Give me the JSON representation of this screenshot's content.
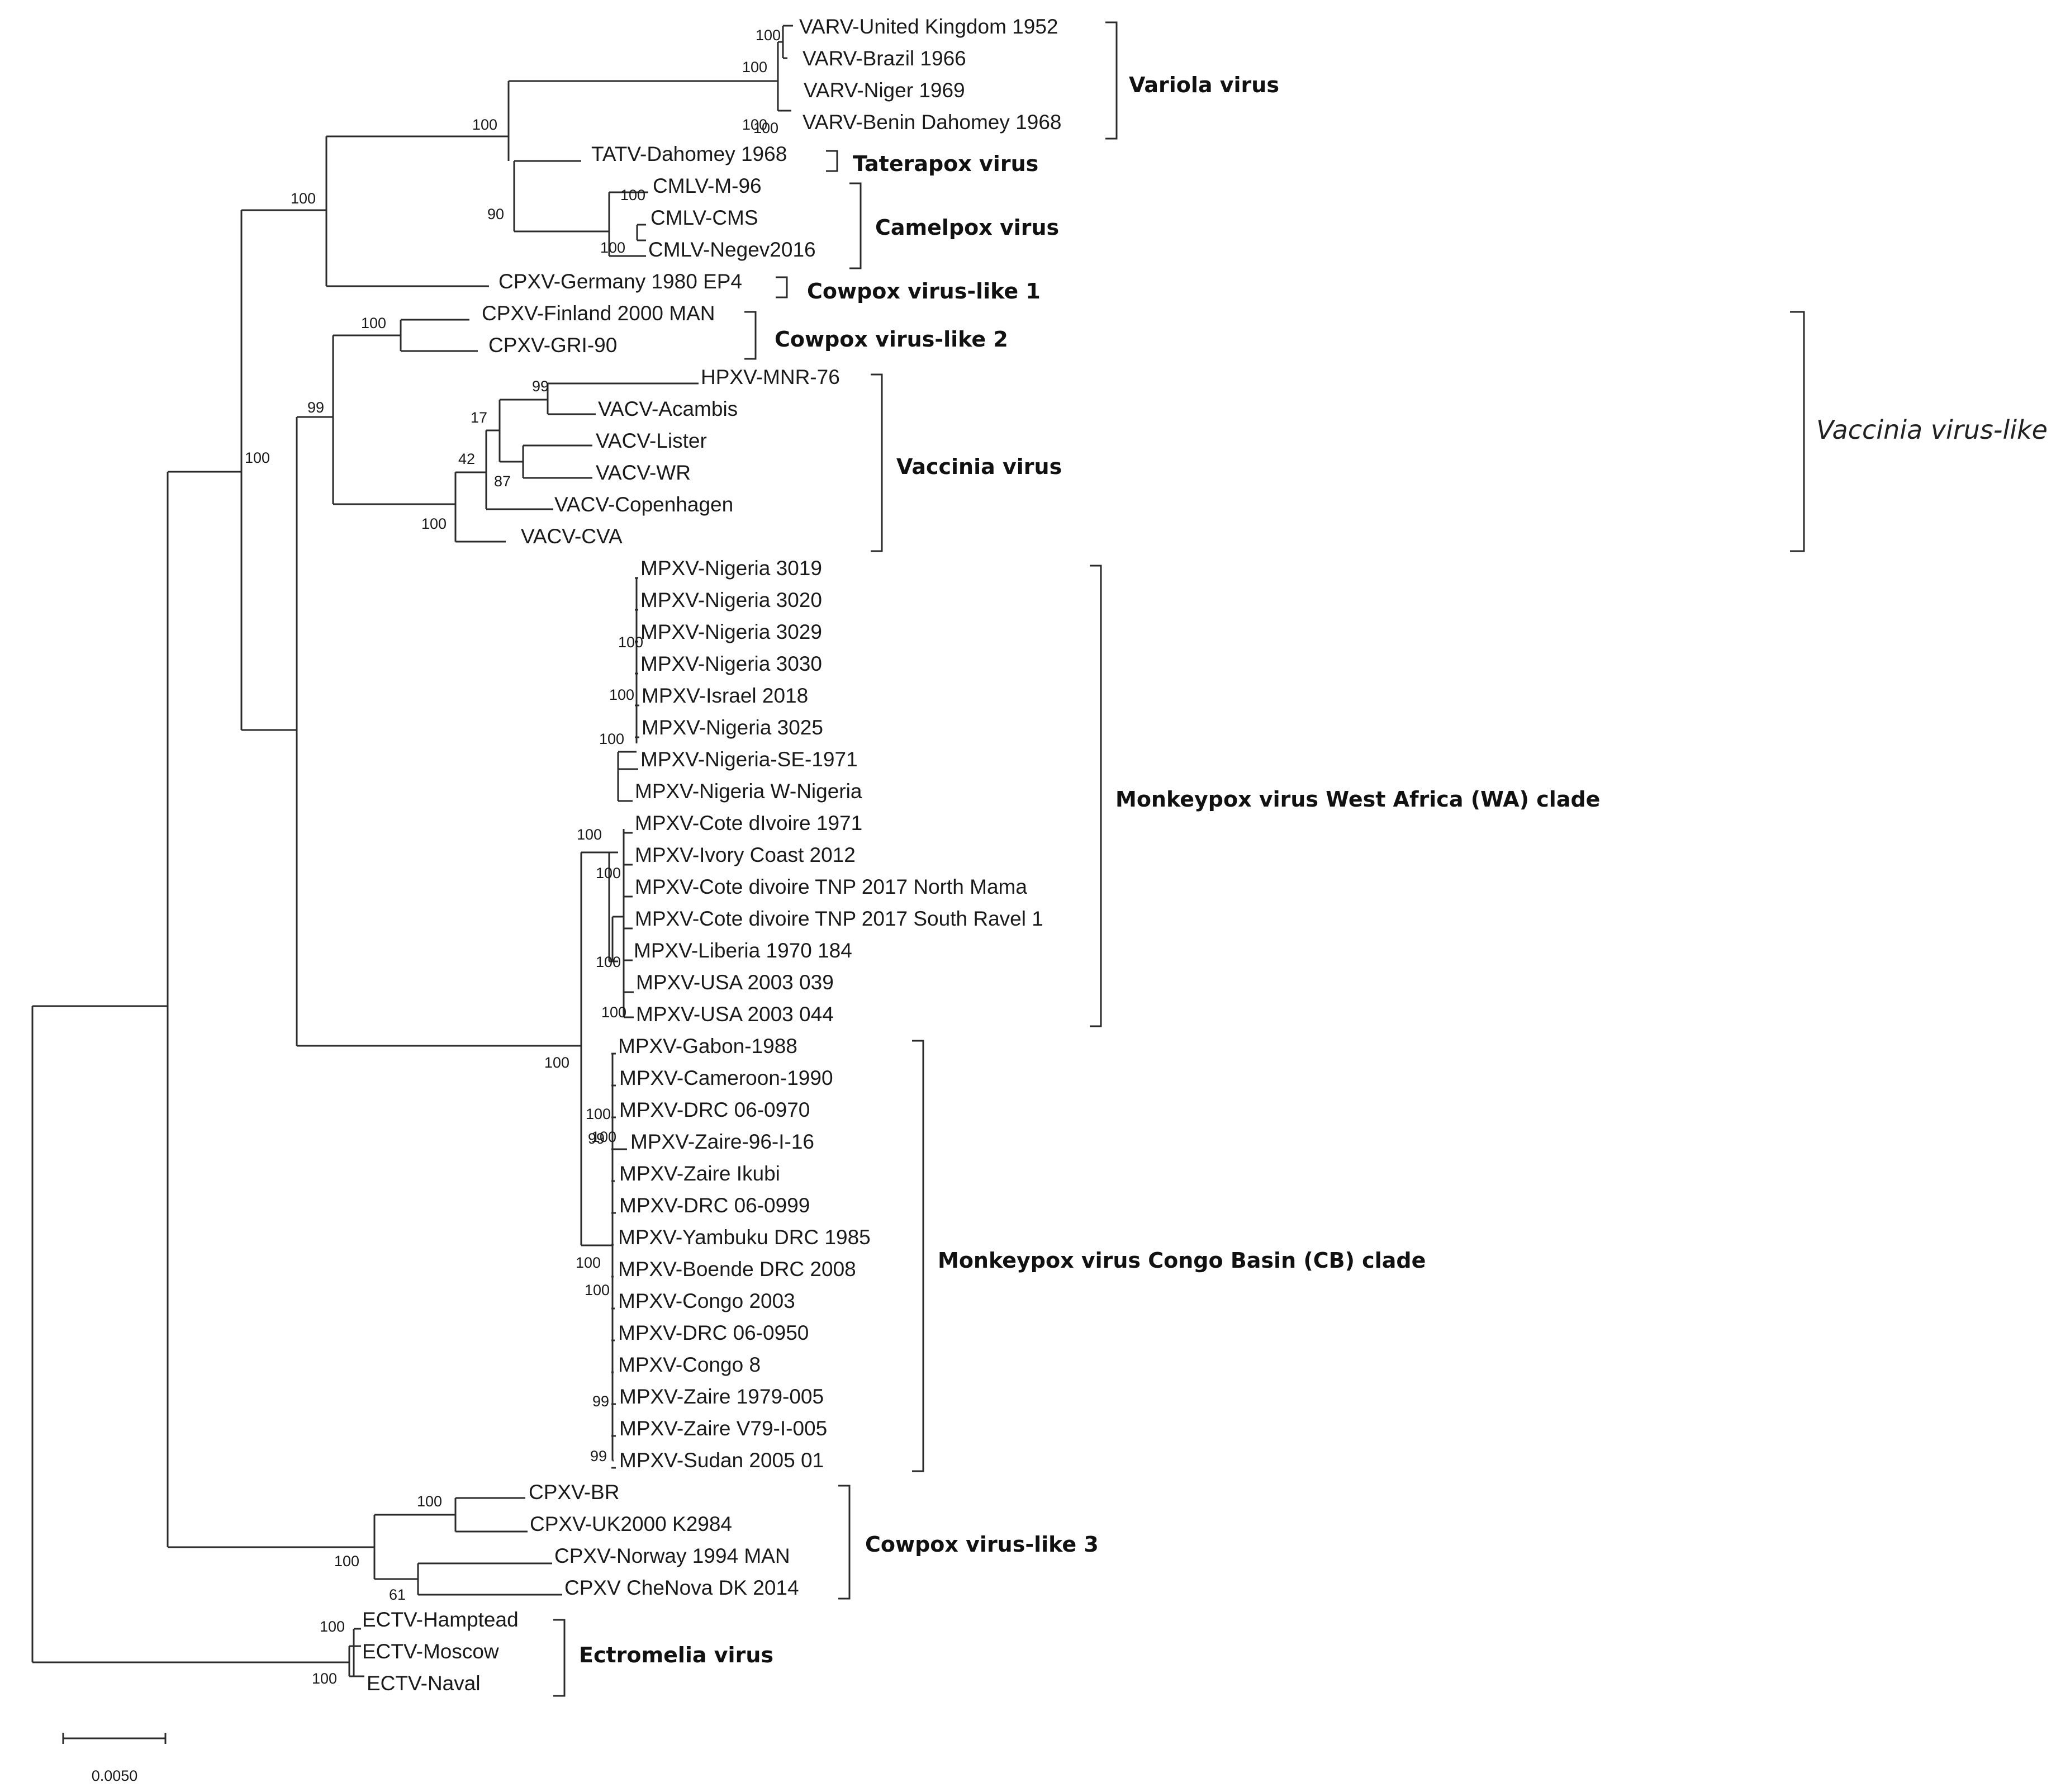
{
  "tips": [
    "VARV-United Kingdom 1952",
    "VARV-Brazil 1966",
    "VARV-Niger 1969",
    "VARV-Benin Dahomey 1968",
    "TATV-Dahomey 1968",
    "CMLV-M-96",
    "CMLV-CMS",
    "CMLV-Negev2016",
    "CPXV-Germany 1980 EP4",
    "CPXV-Finland 2000 MAN",
    "CPXV-GRI-90",
    "HPXV-MNR-76",
    "VACV-Acambis",
    "VACV-Lister",
    "VACV-WR",
    "VACV-Copenhagen",
    "VACV-CVA",
    "MPXV-Nigeria 3019",
    "MPXV-Nigeria 3020",
    "MPXV-Nigeria 3029",
    "MPXV-Nigeria 3030",
    "MPXV-Israel 2018",
    "MPXV-Nigeria 3025",
    "MPXV-Nigeria-SE-1971",
    "MPXV-Nigeria W-Nigeria",
    "MPXV-Cote dIvoire 1971",
    "MPXV-Ivory Coast 2012",
    "MPXV-Cote divoire TNP 2017 North Mama",
    "MPXV-Cote divoire TNP 2017 South Ravel 1",
    "MPXV-Liberia 1970 184",
    "MPXV-USA 2003 039",
    "MPXV-USA 2003 044",
    "MPXV-Gabon-1988",
    "MPXV-Cameroon-1990",
    "MPXV-DRC 06-0970",
    "MPXV-Zaire-96-I-16",
    "MPXV-Zaire Ikubi",
    "MPXV-DRC 06-0999",
    "MPXV-Yambuku DRC 1985",
    "MPXV-Boende DRC 2008",
    "MPXV-Congo 2003",
    "MPXV-DRC 06-0950",
    "MPXV-Congo 8",
    "MPXV-Zaire 1979-005",
    "MPXV-Zaire V79-I-005",
    "MPXV-Sudan 2005 01",
    "CPXV-BR",
    "CPXV-UK2000 K2984",
    "CPXV-Norway 1994 MAN",
    "CPXV CheNova DK 2014",
    "ECTV-Hamptead",
    "ECTV-Moscow",
    "ECTV-Naval"
  ],
  "bootstrap": [
    "100",
    "100",
    "100",
    "100",
    "100",
    "100",
    "90",
    "100",
    "100",
    "100",
    "99",
    "99",
    "17",
    "42",
    "87",
    "100",
    "100",
    "100",
    "100",
    "100",
    "100",
    "100",
    "100",
    "100",
    "100",
    "100",
    "100",
    "99",
    "100",
    "100",
    "99",
    "99",
    "100",
    "100",
    "61",
    "100",
    "100"
  ],
  "clades": [
    "Variola virus",
    "Taterapox virus",
    "Camelpox virus",
    "Cowpox virus-like 1",
    "Cowpox virus-like 2",
    "Vaccinia virus",
    "Monkeypox virus West Africa (WA) clade",
    "Monkeypox virus Congo Basin (CB) clade",
    "Cowpox virus-like 3",
    "Ectromelia virus"
  ],
  "group_label": "Vaccinia virus-like",
  "scale_bar": {
    "label": "0.0050",
    "value": 0.005
  }
}
